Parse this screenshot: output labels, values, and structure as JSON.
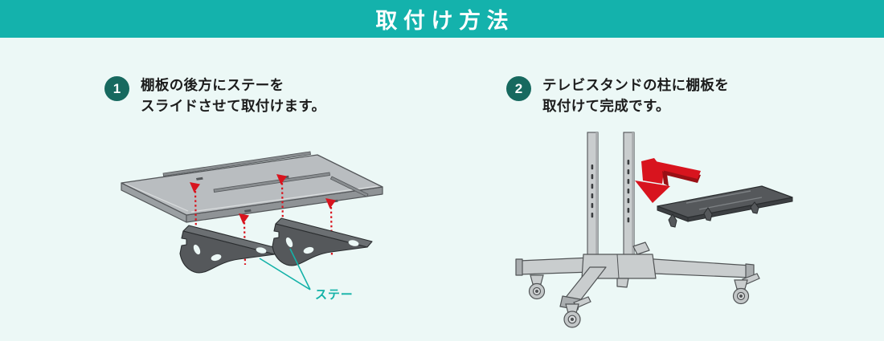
{
  "header": {
    "title": "取付け方法"
  },
  "steps": [
    {
      "number": "1",
      "line1": "棚板の後方にステーを",
      "line2": "スライドさせて取付けます。"
    },
    {
      "number": "2",
      "line1": "テレビスタンドの柱に棚板を",
      "line2": "取付けて完成です。"
    }
  ],
  "figure1": {
    "label": "ステー",
    "icons": [
      "shelf-board",
      "stay-bracket",
      "red-dashed-slide-arrow"
    ]
  },
  "figure2": {
    "icons": [
      "tv-stand-pillars",
      "stand-base-casters",
      "red-bent-insert-arrow",
      "assembled-shelf"
    ]
  },
  "colors": {
    "header_bg": "#14b2ac",
    "header_text": "#ffffff",
    "page_bg": "#ecf8f6",
    "step_circle": "#17695f",
    "step_text": "#1c1c1c",
    "callout_teal": "#14b2a8",
    "arrow_red": "#d8141e",
    "arrow_red_dark": "#9a1015",
    "board_gray": "#b9bdc0",
    "dark_part": "#55585b",
    "pole_gray": "#c9cdce"
  }
}
